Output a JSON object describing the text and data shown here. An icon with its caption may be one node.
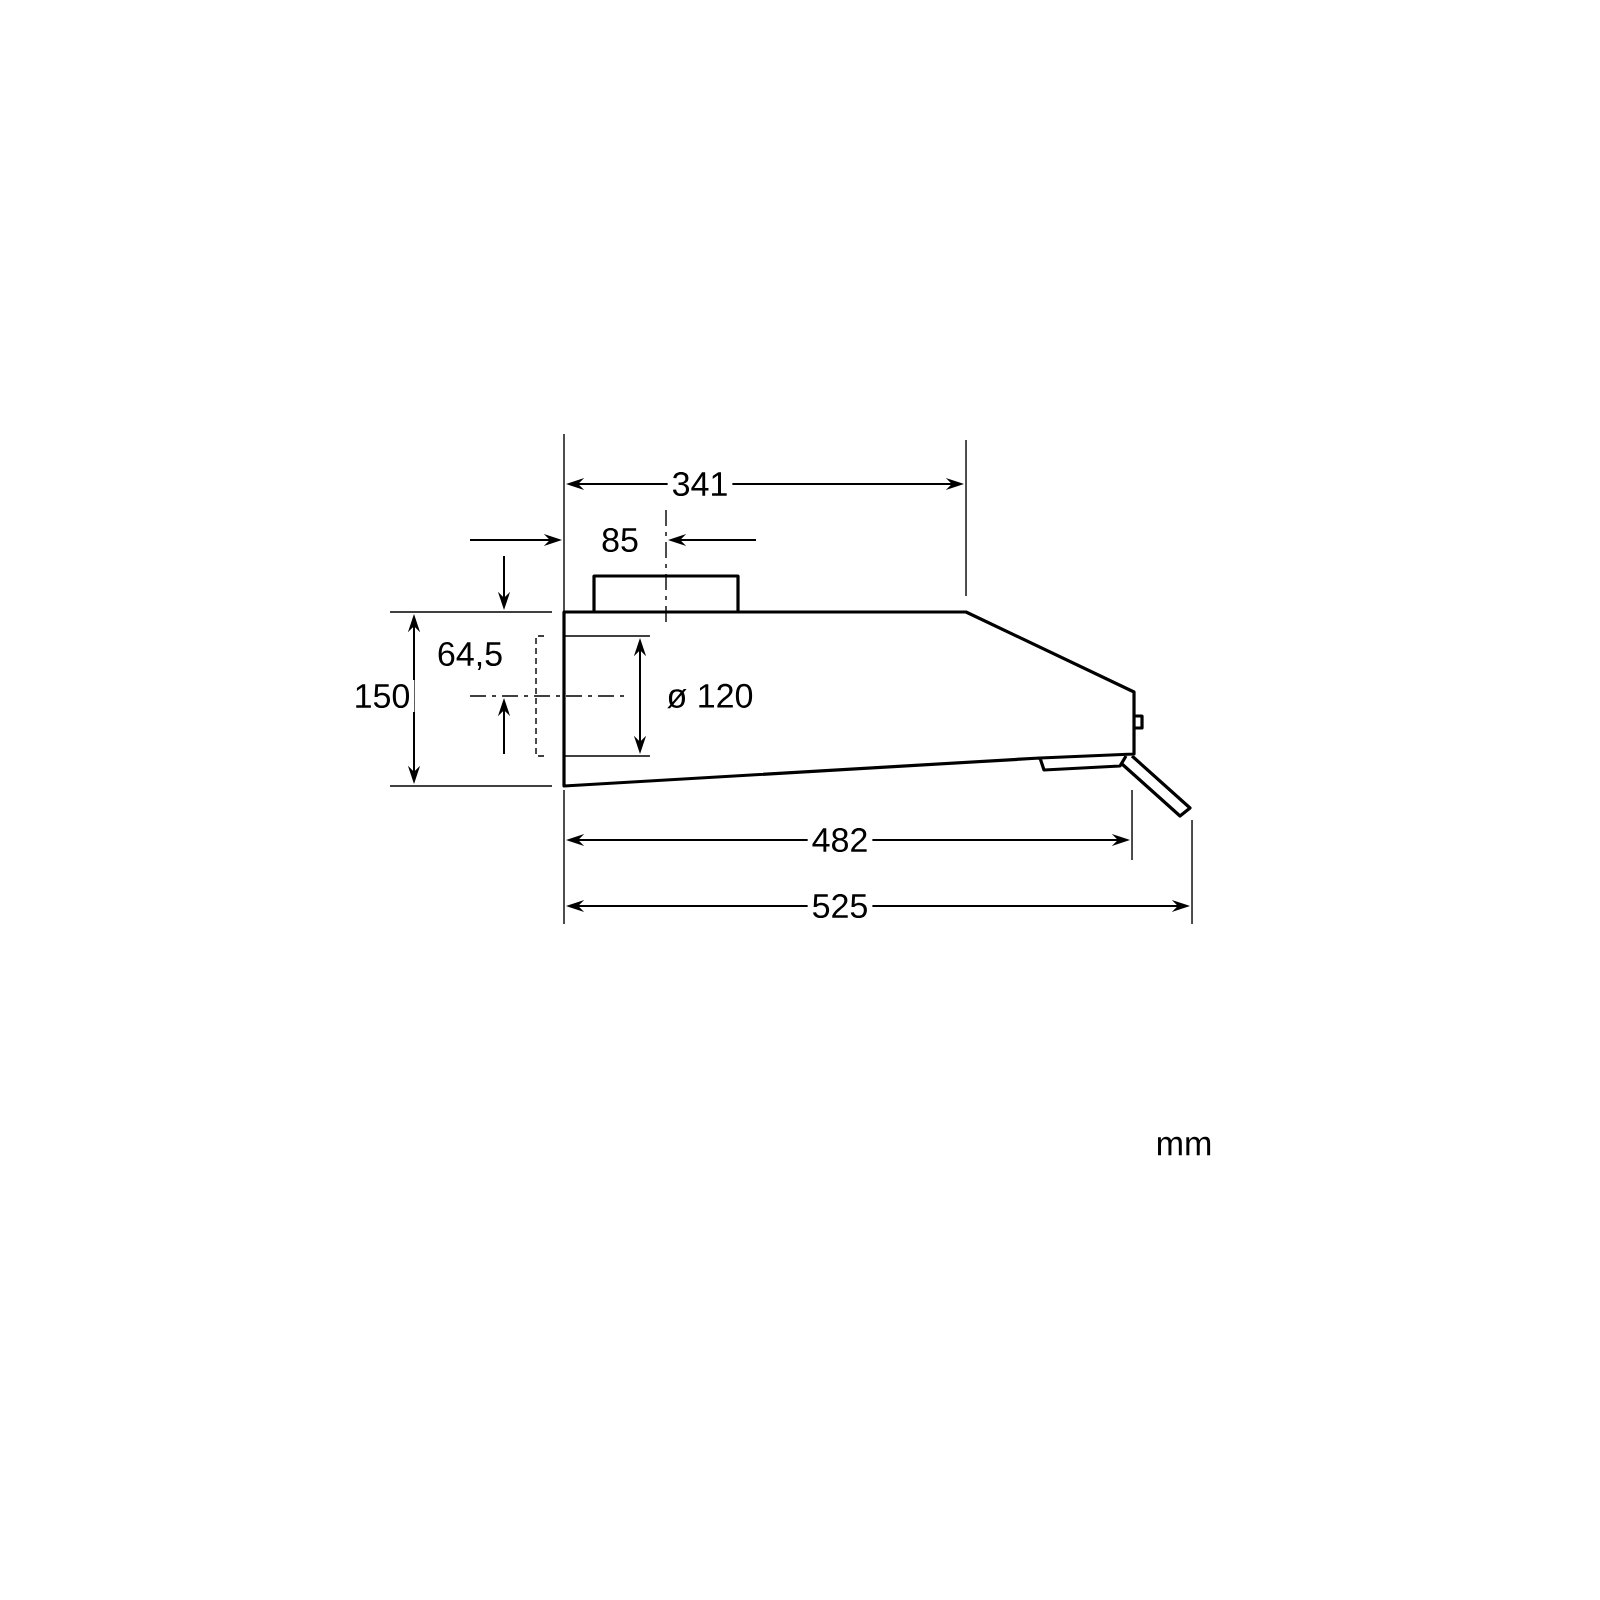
{
  "diagram": {
    "labels": [
      "341",
      "85",
      "64,5",
      "150",
      "ø 120",
      "482",
      "525",
      "mm"
    ]
  }
}
